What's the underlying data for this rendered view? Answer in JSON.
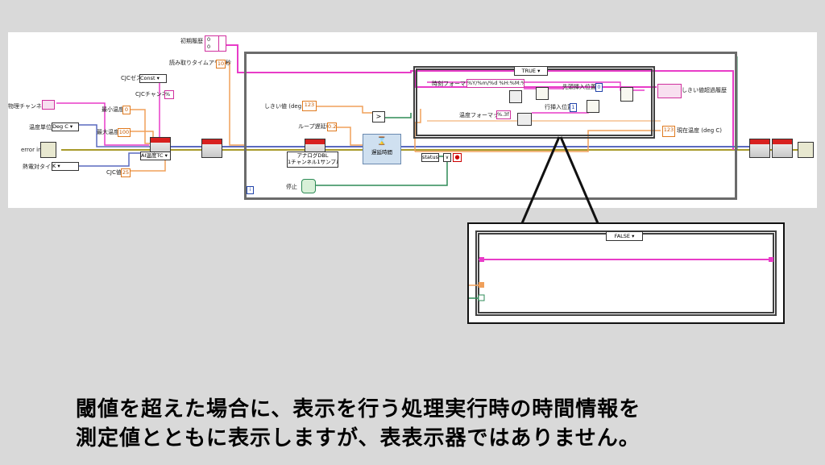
{
  "labels": {
    "initial_history": "初期履歴",
    "read_timeout": "読み取りタイムアウト秒",
    "cjc_source": "CJCゼス",
    "cjc_source_value": "Const",
    "cjc_channel": "CJCチャンネル",
    "cjc_channel_value": "%",
    "physical_channel": "物理チャンネル",
    "min_temp": "最小温度",
    "min_temp_value": "0",
    "max_temp": "最大温度",
    "max_temp_value": "100",
    "temp_unit": "温度単位",
    "temp_unit_value": "Deg C",
    "error_in": "error in",
    "thermocouple_type": "熱電対タイプ",
    "thermocouple_value": "K",
    "cjc_value": "CJC値",
    "cjc_value_num": "25",
    "ai_temp_tc": "AI温度TC",
    "threshold": "しきい値 (deg C)",
    "threshold_value": "123",
    "loop_delay": "ループ遅延秒",
    "loop_delay_value": "0.2",
    "analog_dbl": "アナログDBL",
    "one_channel_sample": "1チャンネル1サンプル",
    "delay_time": "遅延時間",
    "status": "status",
    "stop": "停止",
    "time_format": "時刻フォーマット",
    "time_format_value": "%Y/%m/%d %H:%M:%S",
    "temp_format": "温度フォーマット",
    "temp_format_value": "%.3f",
    "first_insert_position": "先頭挿入位置",
    "first_insert_value": "0",
    "row_insert_position": "行挿入位置",
    "row_insert_value": "1",
    "threshold_history": "しきい値超過履歴",
    "current_temp": "現在温度 (deg C)",
    "current_temp_value": "123",
    "history_row1": "0",
    "history_row2": "0",
    "loop_index": "i"
  },
  "case_selector": {
    "true_label": "TRUE",
    "false_label": "FALSE"
  },
  "caption": {
    "line1": "閾値を超えた場合に、表示を行う処理実行時の時間情報を",
    "line2": "測定値とともに表示しますが、表表示器ではありません。"
  },
  "colors": {
    "string_wire": "#e83cc8",
    "numeric_wire": "#f0a05a",
    "error_wire": "#a89a2a",
    "bool_wire": "#2e8b57",
    "task_wire": "#5a6abf"
  }
}
